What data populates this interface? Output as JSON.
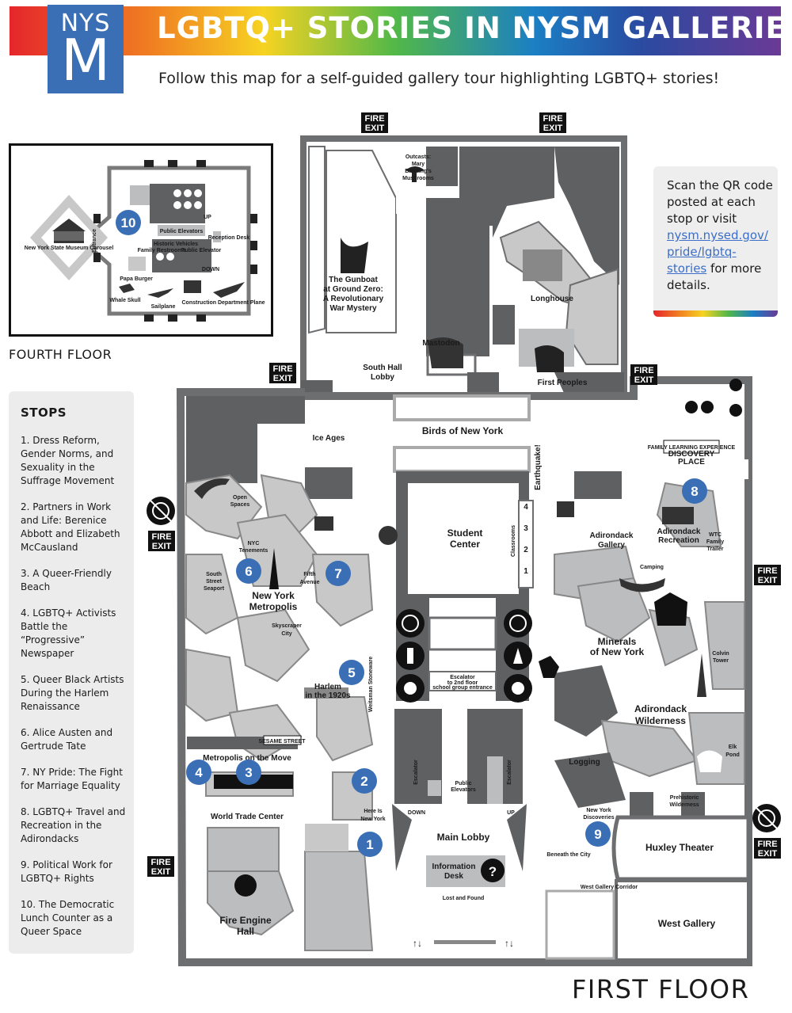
{
  "header": {
    "logo_top": "NYS",
    "logo_bottom": "M",
    "title": "LGBTQ+ STORIES IN NYSM GALLERIES",
    "subtitle": "Follow this map for a self-guided gallery tour highlighting LGBTQ+ stories!"
  },
  "qr_box": {
    "intro": "Scan the QR code posted at each stop or visit",
    "link": "nysm.nysed.gov/ pride/lgbtq- stories",
    "outro": "for more details."
  },
  "fourth_floor": {
    "label": "FOURTH FLOOR",
    "stop_number": "10",
    "labels": {
      "carousel": "New York State Museum Carousel",
      "public_elevators": "Public Elevators",
      "reception_desk": "Reception Desk",
      "historic_vehicles": "Historic Vehicles",
      "family_restrooms": "Family Restrooms",
      "public_elevator": "Public Elevator",
      "papa_burger": "Papa Burger",
      "whale_skull": "Whale Skull",
      "sailplane": "Sailplane",
      "construction_plane": "Construction Department Plane",
      "up": "UP",
      "down": "DOWN",
      "entrance": "Entrance"
    }
  },
  "stops": {
    "title": "STOPS",
    "items": [
      "1. Dress Reform, Gender Norms, and Sexuality in the Suffrage Movement",
      "2. Partners in Work and Life: Berenice Abbott and Elizabeth McCausland",
      "3. A Queer-Friendly Beach",
      "4. LGBTQ+ Activists Battle the “Progressive” Newspaper",
      "5. Queer Black Artists During the Harlem Renaissance",
      "6. Alice Austen and Gertrude Tate",
      "7. NY Pride: The Fight for Marriage Equality",
      "8. LGBTQ+ Travel and Recreation in the Adirondacks",
      "9. Political Work for LGBTQ+ Rights",
      "10. The Democratic Lunch Counter as a Queer Space"
    ]
  },
  "first_floor": {
    "label": "FIRST FLOOR",
    "fire_exit": [
      "FIRE",
      "EXIT"
    ],
    "rooms": {
      "outcasts": [
        "Outcasts:",
        "Mary",
        "Banning's",
        "Mushrooms"
      ],
      "gunboat": [
        "The Gunboat",
        "at Ground Zero:",
        "A Revolutionary",
        "War Mystery"
      ],
      "longhouse": "Longhouse",
      "mastodon": "Mastodon",
      "south_hall_lobby": [
        "South Hall",
        "Lobby"
      ],
      "first_peoples": "First Peoples",
      "ice_ages": "Ice Ages",
      "birds": "Birds of New York",
      "earthquake": "Earthquake!",
      "discovery_top": "FAMILY LEARNING EXPERIENCE",
      "discovery": [
        "DISCOVERY",
        "PLACE"
      ],
      "open_spaces": [
        "Open",
        "Spaces"
      ],
      "nyc_tenements": [
        "NYC",
        "Tenements"
      ],
      "south_street_seaport": [
        "South",
        "Street",
        "Seaport"
      ],
      "fifth_avenue": [
        "Fifth",
        "Avenue"
      ],
      "new_york_metropolis": [
        "New York",
        "Metropolis"
      ],
      "student_center": [
        "Student",
        "Center"
      ],
      "classrooms": "Classrooms",
      "classroom_numbers": [
        "4",
        "3",
        "2",
        "1"
      ],
      "adirondack_gallery": [
        "Adirondack",
        "Gallery"
      ],
      "adirondack_recreation": [
        "Adirondack",
        "Recreation"
      ],
      "wtc_family_trailer": [
        "WTC",
        "Family",
        "Trailer"
      ],
      "camping": "Camping",
      "skyscraper_city": [
        "Skyscraper",
        "City"
      ],
      "harlem": [
        "Harlem",
        "in the 1920s"
      ],
      "weitsman": "Weitsman Stoneware",
      "escalator_center": [
        "Escalator",
        "to 2nd floor",
        "school group entrance"
      ],
      "minerals": [
        "Minerals",
        "of New York"
      ],
      "colvin_tower": [
        "Colvin",
        "Tower"
      ],
      "adirondack_wilderness": [
        "Adirondack",
        "Wilderness"
      ],
      "sesame_street": "SESAME STREET",
      "metropolis_on_the_move": "Metropolis on the Move",
      "logging": "Logging",
      "elk_pond": [
        "Elk",
        "Pond"
      ],
      "world_trade_center": "World Trade Center",
      "here_is_new_york": [
        "Here Is",
        "New York"
      ],
      "escalator": "Escalator",
      "down": "DOWN",
      "up": "UP",
      "public_elevators": [
        "Public",
        "Elevators"
      ],
      "prehistoric_wilderness": [
        "Prehistoric",
        "Wilderness"
      ],
      "new_york_discoveries": [
        "New York",
        "Discoveries"
      ],
      "main_lobby": "Main Lobby",
      "information_desk": [
        "Information",
        "Desk"
      ],
      "beneath_the_city": "Beneath the City",
      "huxley_theater": "Huxley Theater",
      "west_gallery_corridor": "West Gallery Corridor",
      "lost_and_found": "Lost and Found",
      "fire_engine_hall": [
        "Fire Engine",
        "Hall"
      ],
      "west_gallery": "West Gallery",
      "arrows": "↑↓"
    },
    "stop_markers": [
      "1",
      "2",
      "3",
      "4",
      "5",
      "6",
      "7",
      "8",
      "9"
    ]
  },
  "colors": {
    "stop_marker": "#3a6fb5",
    "room_dark": "#5f6062",
    "room_light": "#bcbdbf",
    "wall": "#6d6e70",
    "link": "#3b6ec9"
  }
}
